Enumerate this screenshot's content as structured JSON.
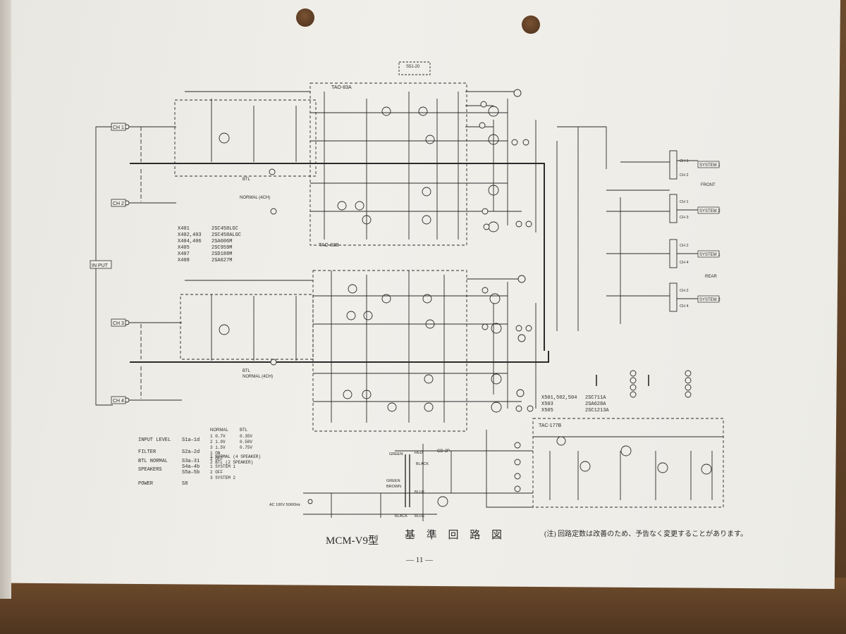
{
  "caption": {
    "model": "MCM-V9型",
    "title": "基 準 回 路 図",
    "note": "(注) 回路定数は改善のため、予告なく変更することがあります。",
    "page_number": "— 11 —"
  },
  "boards": {
    "upper": "TAO-83A",
    "upper_b": "TAO-83B",
    "power": "TAC-177B",
    "rectifier": "CD-2P",
    "top_switch": "S51-20"
  },
  "inputs": {
    "group_label": "IN PUT",
    "ch1": "CH 1",
    "ch2": "CH 2",
    "ch3": "CH 3",
    "ch4": "CH 4",
    "normal_4ch": "NORMAL (4CH)",
    "btl": "BTL"
  },
  "transistor_list_upper": [
    {
      "ref": "X401",
      "part": "2SC458LGC"
    },
    {
      "ref": "X402,403",
      "part": "2SC458ALGC"
    },
    {
      "ref": "X404,406",
      "part": "2SA606M"
    },
    {
      "ref": "X405",
      "part": "2SC959M"
    },
    {
      "ref": "X407",
      "part": "2SD188M"
    },
    {
      "ref": "X408",
      "part": "2SA627M"
    }
  ],
  "transistor_list_power": [
    {
      "ref": "X501,502,504",
      "part": "2SC711A"
    },
    {
      "ref": "X503",
      "part": "2SA628A"
    },
    {
      "ref": "X505",
      "part": "2SC1213A"
    }
  ],
  "switch_table": {
    "col_normal": "NORMAL",
    "col_btl": "BTL",
    "rows": [
      {
        "name": "INPUT LEVEL",
        "ref": "S1a–1d",
        "settings": [
          "1  0.7V",
          "2  1.0V",
          "3  1.5V"
        ],
        "btl": [
          "0.35V",
          "0.50V",
          "0.75V"
        ]
      },
      {
        "name": "FILTER",
        "ref": "S2a–2d",
        "settings": [
          "1  ON",
          "2  OFF"
        ],
        "btl": []
      },
      {
        "name": "BTL NORMAL",
        "ref": "S3a–31",
        "settings": [
          "1  NORMAL (4 SPEAKER)",
          "2  BTL (2 SPEAKER)"
        ],
        "btl": []
      },
      {
        "name": "SPEAKERS",
        "ref": "S4a–4b",
        "sub_ref": "S5a–5b",
        "settings": [
          "1  SYSTEM 1",
          "2  OFF",
          "3  SYSTEM 2"
        ],
        "btl": []
      },
      {
        "name": "POWER",
        "ref": "S8",
        "settings": [],
        "btl": []
      }
    ]
  },
  "outputs": {
    "front": "FRONT",
    "rear": "REAR",
    "system1_top": "SYSTEM 1",
    "system2_top": "SYSTEM 2",
    "system1_bottom": "SYSTEM 1",
    "system2_bottom": "SYSTEM 2",
    "ch": [
      "CH 1",
      "CH 2",
      "CH 1",
      "CH 3",
      "CH 2",
      "CH 4",
      "CH 2",
      "CH 4"
    ]
  },
  "power_supply": {
    "ac": "AC 100V 50/60Hz",
    "wires": [
      "GREEN",
      "RED",
      "BLACK",
      "GREEN",
      "BROWN",
      "BLUE",
      "BLUE",
      "BLACK"
    ]
  },
  "colors": {
    "paper": "#eeece7",
    "ink": "#2b2b2b",
    "table": "#5a4028"
  }
}
